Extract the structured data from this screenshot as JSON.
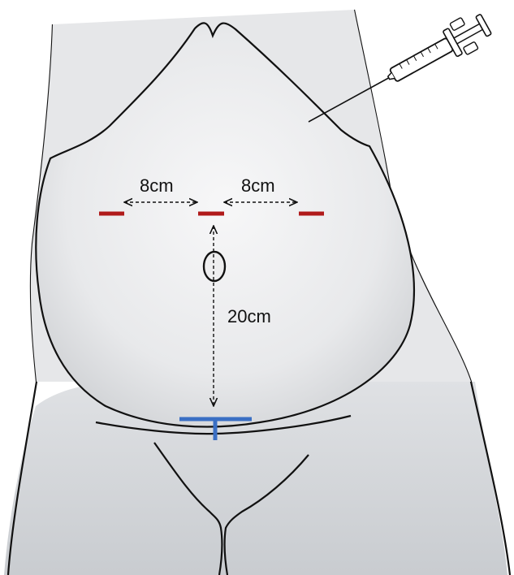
{
  "labels": {
    "left_distance": "8cm",
    "right_distance": "8cm",
    "vertical_distance": "20cm"
  },
  "colors": {
    "port_marks": "#b01a1a",
    "incision_mark": "#3a6fc4",
    "outline": "#111111",
    "skin": "#e3e4e6"
  },
  "icons": {
    "syringe": "syringe-icon"
  }
}
